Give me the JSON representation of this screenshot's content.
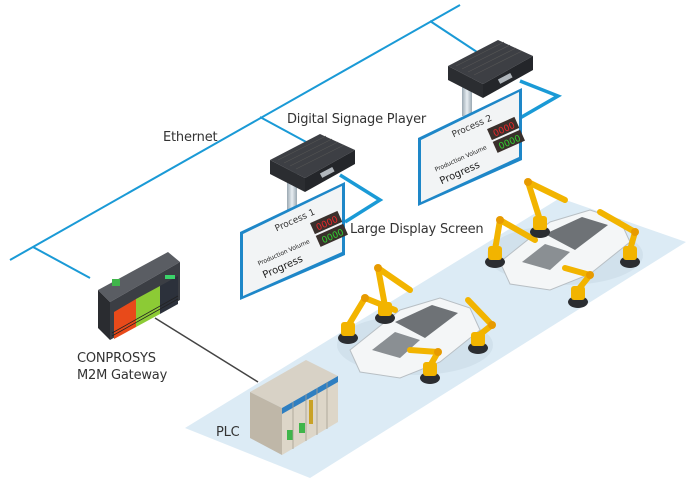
{
  "labels": {
    "ethernet": "Ethernet",
    "digital_signage_player": "Digital Signage Player",
    "large_display_screen": "Large Display Screen",
    "gateway_line1": "CONPROSYS",
    "gateway_line2": "M2M Gateway",
    "plc": "PLC"
  },
  "screens": [
    {
      "title": "Process 1",
      "production_volume_label": "Production Volume",
      "progress_label": "Progress",
      "production_value": "0000",
      "progress_value": "0000"
    },
    {
      "title": "Process 2",
      "production_volume_label": "Production Volume",
      "progress_label": "Progress",
      "production_value": "0000",
      "progress_value": "0000"
    }
  ],
  "colors": {
    "ethernet_line": "#1a9ad6",
    "serial_line": "#444444",
    "floor": "#dcebf5",
    "robot": "#f2b400",
    "counter_red": "#e8262a",
    "counter_green": "#2fd12f",
    "counter_bg": "#3a302c"
  }
}
